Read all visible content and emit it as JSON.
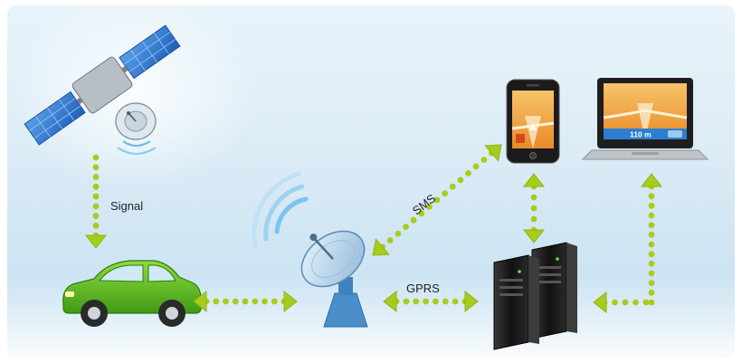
{
  "diagram": {
    "labels": {
      "signal": "Signal",
      "sms": "SMS",
      "gprs": "GPRS",
      "laptop_distance": "110 m"
    },
    "colors": {
      "arrow": "#a8cc1c",
      "arrow_dark": "#8fb314",
      "car_body": "#5dbb22",
      "satellite_panel": "#3a7fd0",
      "server": "#1c1c1c"
    },
    "icons": [
      "satellite-icon",
      "car-icon",
      "dish-antenna-icon",
      "smartphone-icon",
      "laptop-icon",
      "server-icon"
    ]
  }
}
